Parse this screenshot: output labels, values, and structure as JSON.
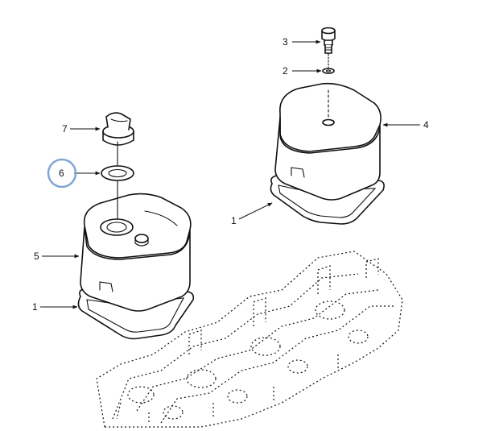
{
  "diagram": {
    "highlight_color": "#7fa7d0",
    "ink_color": "#111111",
    "callouts": [
      {
        "id": "callout-3",
        "label": "3",
        "part": "bolt"
      },
      {
        "id": "callout-2",
        "label": "2",
        "part": "washer"
      },
      {
        "id": "callout-4",
        "label": "4",
        "part": "valve-cover-right"
      },
      {
        "id": "callout-1-right",
        "label": "1",
        "part": "gasket-right"
      },
      {
        "id": "callout-7",
        "label": "7",
        "part": "oil-filler-cap"
      },
      {
        "id": "callout-6",
        "label": "6",
        "part": "cap-seal-ring",
        "highlighted": true
      },
      {
        "id": "callout-5",
        "label": "5",
        "part": "valve-cover-left"
      },
      {
        "id": "callout-1-left",
        "label": "1",
        "part": "gasket-left"
      }
    ]
  }
}
